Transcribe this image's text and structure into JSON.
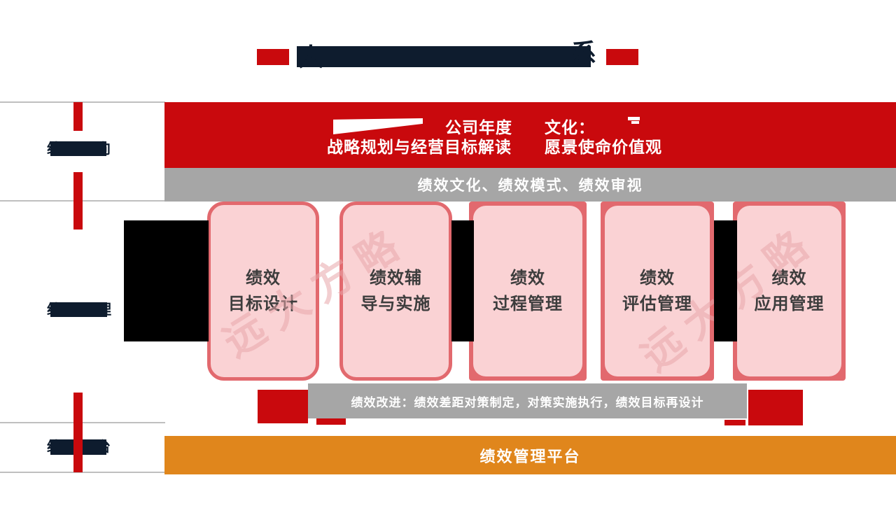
{
  "title": {
    "visible_start": "人",
    "visible_end": "系",
    "redacted": true
  },
  "rows": [
    {
      "label": {
        "visible_start": "绩",
        "visible_end": "向",
        "redacted": true
      }
    },
    {
      "label": {
        "visible_start": "绩",
        "visible_end": "理",
        "redacted": true
      }
    },
    {
      "label": {
        "visible_start": "绩",
        "visible_end": "台",
        "redacted": true
      }
    }
  ],
  "strategy_band": {
    "left_line1": "公司年度",
    "left_line2": "战略规划与经营目标解读",
    "right_line1": "文化：",
    "right_line2": "愿景使命价值观"
  },
  "culture_bar": {
    "text": "绩效文化、绩效模式、绩效审视"
  },
  "cards": [
    {
      "line1": "绩效",
      "line2": "目标设计"
    },
    {
      "line1": "绩效辅",
      "line2": "导与实施"
    },
    {
      "line1": "绩效",
      "line2": "过程管理"
    },
    {
      "line1": "绩效",
      "line2": "评估管理"
    },
    {
      "line1": "绩效",
      "line2": "应用管理"
    }
  ],
  "improve_bar": {
    "text": "绩效改进：绩效差距对策制定，对策实施执行，绩效目标再设计"
  },
  "platform_band": {
    "text": "绩效管理平台"
  },
  "watermark": {
    "text": "远大方略"
  },
  "colors": {
    "red": "#C9090D",
    "salmon": "#E2696E",
    "pink": "#FAD2D4",
    "gray_bar": "#A6A6A6",
    "orange": "#E0861C",
    "navy": "#0E1C2E",
    "row_line": "#BFBFBF",
    "black": "#000000",
    "watermark_pink": "#E7A6AA"
  }
}
